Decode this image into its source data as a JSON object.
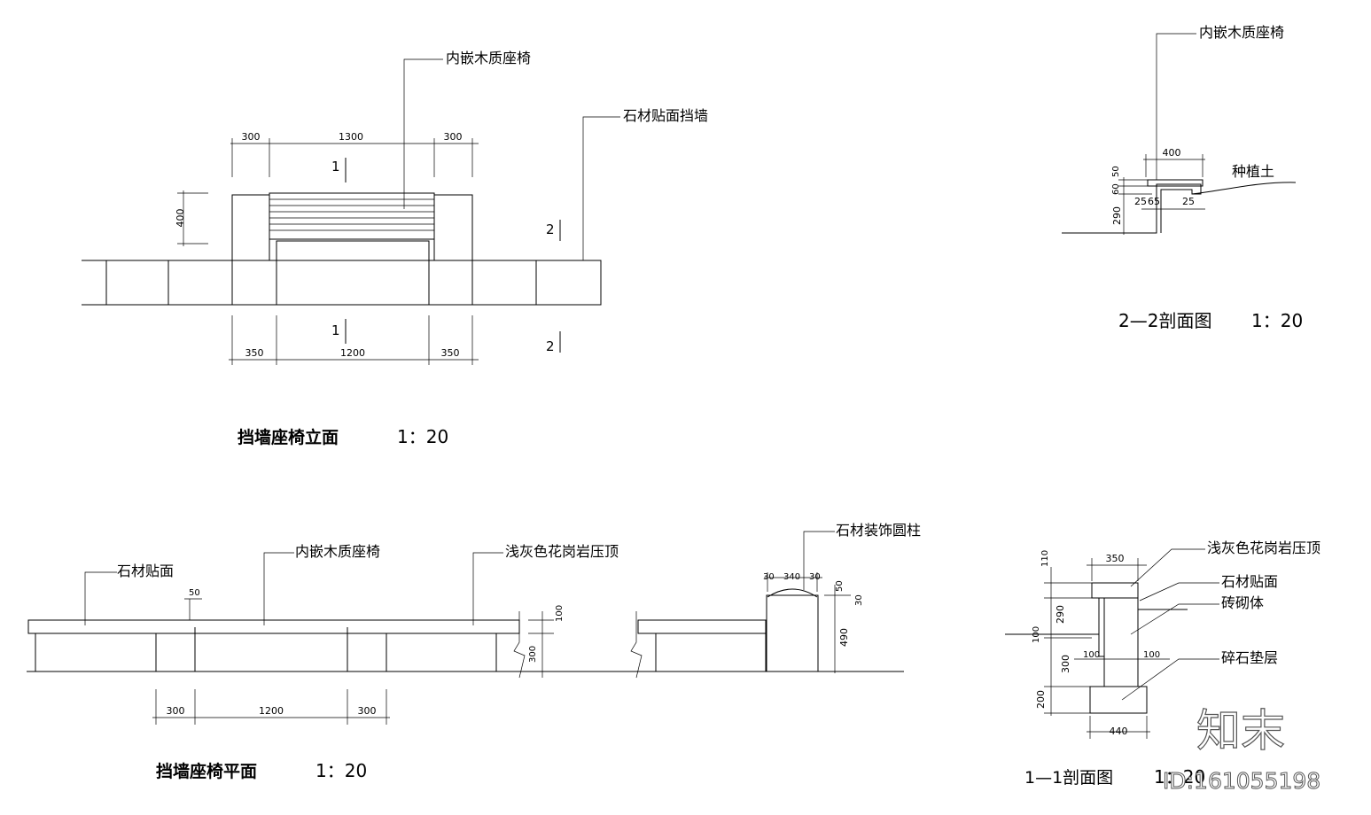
{
  "elevation": {
    "title": "挡墙座椅立面",
    "scale": "1：20",
    "label_seat": "内嵌木质座椅",
    "label_wall": "石材贴面挡墙",
    "dims_top": [
      "300",
      "1300",
      "300"
    ],
    "dims_bottom": [
      "350",
      "1200",
      "350"
    ],
    "dim_height": "400",
    "section_mark_1": "1",
    "section_mark_2": "2"
  },
  "plan": {
    "title": "挡墙座椅平面",
    "scale": "1：20",
    "label_facing": "石材贴面",
    "label_seat": "内嵌木质座椅",
    "label_cap": "浅灰色花岗岩压顶",
    "label_column": "石材装饰圆柱",
    "dims_bottom": [
      "300",
      "1200",
      "300"
    ],
    "dim_50": "50",
    "dim_100": "100",
    "dim_300": "300",
    "dims_column_top": [
      "30",
      "340",
      "30"
    ],
    "dims_column_side": [
      "50",
      "30",
      "490"
    ]
  },
  "section_2_2": {
    "title": "2—2剖面图",
    "scale": "1：20",
    "label_seat": "内嵌木质座椅",
    "label_soil": "种植土",
    "dim_400": "400",
    "dims_left": [
      "50",
      "60",
      "290"
    ],
    "dims_bottom": [
      "25",
      "65",
      "25"
    ]
  },
  "section_1_1": {
    "title": "1—1剖面图",
    "scale": "1：20",
    "label_cap": "浅灰色花岗岩压顶",
    "label_facing": "石材贴面",
    "label_brick": "砖砌体",
    "label_gravel": "碎石垫层",
    "dim_350": "350",
    "dim_440": "440",
    "dims_left": [
      "110",
      "290",
      "300",
      "200"
    ],
    "dim_100_left": "100",
    "dims_inner": [
      "100",
      "100"
    ]
  },
  "watermark": {
    "brand": "知末",
    "id": "ID:161055198"
  }
}
